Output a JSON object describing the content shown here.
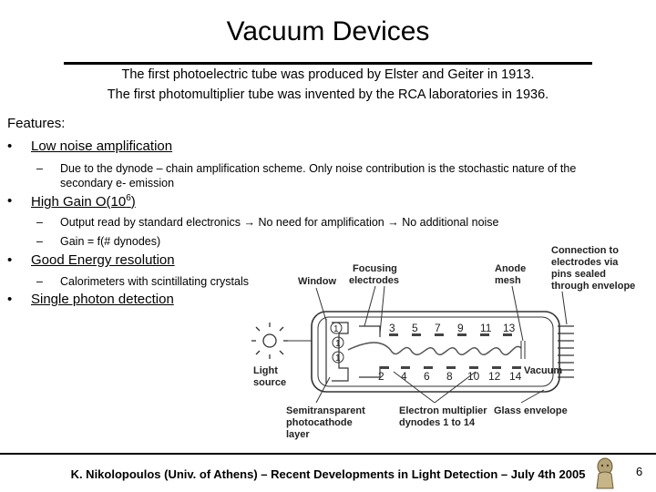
{
  "slide": {
    "title": "Vacuum Devices",
    "intro_line1": "The first photoelectric tube was produced by Elster and Geiter in 1913.",
    "intro_line2": "The first photomultiplier tube was invented by the RCA laboratories in 1936.",
    "features_heading": "Features:",
    "bullets": [
      {
        "text": "Low noise amplification",
        "subs": [
          "Due to the dynode – chain amplification scheme. Only noise contribution is the stochastic nature of the",
          "secondary e- emission"
        ]
      },
      {
        "text_prefix": "High Gain O(10",
        "text_sup": "6",
        "text_suffix": ")",
        "subs": [
          "Output read by standard electronics → No need for amplification → No additional noise",
          "Gain = f(# dynodes)"
        ]
      },
      {
        "text": "Good Energy resolution",
        "subs": [
          "Calorimeters with scintillating crystals"
        ]
      },
      {
        "text": "Single photon detection",
        "subs": []
      }
    ],
    "bullet_glyph": "•",
    "dash_glyph": "–"
  },
  "diagram": {
    "labels": {
      "window": "Window",
      "focusing": "Focusing",
      "electrodes": "electrodes",
      "anode": "Anode",
      "mesh": "mesh",
      "connection1": "Connection to",
      "connection2": "electrodes via",
      "connection3": "pins sealed",
      "connection4": "through envelope",
      "light1": "Light",
      "light2": "source",
      "vacuum": "Vacuum",
      "semi1": "Semitransparent",
      "semi2": "photocathode",
      "semi3": "layer",
      "em1": "Electron multiplier",
      "em2": "dynodes 1 to 14",
      "glass": "Glass envelope"
    },
    "upper_dynodes": [
      "3",
      "5",
      "7",
      "9",
      "11",
      "13"
    ],
    "lower_dynodes": [
      "2",
      "4",
      "6",
      "8",
      "10",
      "12",
      "14"
    ],
    "circle_labels": [
      "1",
      "1",
      "1"
    ]
  },
  "footer": {
    "text": "K. Nikolopoulos (Univ. of Athens) – Recent Developments in Light Detection – July 4th 2005",
    "page_number": "6"
  }
}
